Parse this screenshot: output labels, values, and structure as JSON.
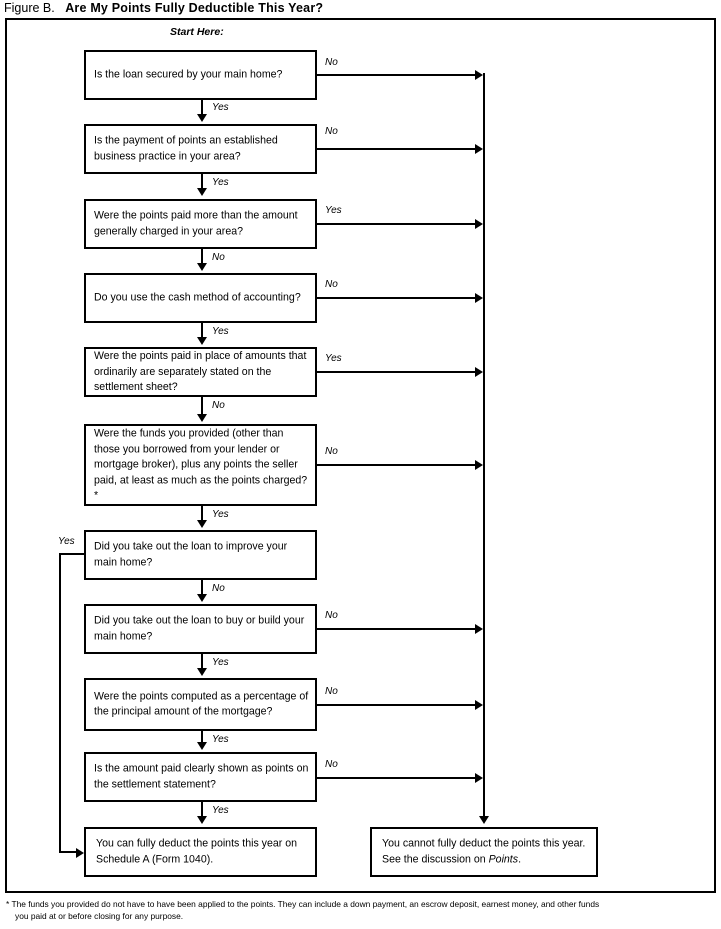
{
  "figure": {
    "label": "Figure B.",
    "title": "Are My Points Fully Deductible This Year?",
    "start_label": "Start Here:"
  },
  "labels": {
    "yes": "Yes",
    "no": "No"
  },
  "flowchart": {
    "type": "decision-flowchart",
    "nodes": [
      {
        "id": "q1",
        "text": "Is the loan secured by your main home?",
        "yes": "q2",
        "no": "cannot",
        "down_label": "Yes",
        "side_label": "No"
      },
      {
        "id": "q2",
        "text": "Is the payment of points an established business practice in your area?",
        "yes": "q3",
        "no": "cannot",
        "down_label": "Yes",
        "side_label": "No"
      },
      {
        "id": "q3",
        "text": "Were the points paid more than the amount generally charged in your area?",
        "yes": "cannot",
        "no": "q4",
        "down_label": "No",
        "side_label": "Yes"
      },
      {
        "id": "q4",
        "text": "Do you use the cash method of accounting?",
        "yes": "q5",
        "no": "cannot",
        "down_label": "Yes",
        "side_label": "No"
      },
      {
        "id": "q5",
        "text": "Were the points paid in place of amounts that ordinarily are separately stated on the settlement sheet?",
        "yes": "cannot",
        "no": "q6",
        "down_label": "No",
        "side_label": "Yes"
      },
      {
        "id": "q6",
        "text": "Were the funds you provided (other than those you borrowed from your lender or mortgage broker), plus any points the seller paid, at least as much as the points charged?*",
        "yes": "q7",
        "no": "cannot",
        "down_label": "Yes",
        "side_label": "No"
      },
      {
        "id": "q7",
        "text": "Did you take out the loan to improve your main home?",
        "yes": "can",
        "no": "q8",
        "down_label": "No",
        "side_label": "Yes"
      },
      {
        "id": "q8",
        "text": "Did you take out the loan to buy or build your main home?",
        "yes": "q9",
        "no": "cannot",
        "down_label": "Yes",
        "side_label": "No"
      },
      {
        "id": "q9",
        "text": "Were the points computed as a percentage of the principal amount of the mortgage?",
        "yes": "q10",
        "no": "cannot",
        "down_label": "Yes",
        "side_label": "No"
      },
      {
        "id": "q10",
        "text": "Is the amount paid clearly shown as points on the settlement statement?",
        "yes": "can",
        "no": "cannot",
        "down_label": "Yes",
        "side_label": "No"
      }
    ],
    "terminals": [
      {
        "id": "can",
        "text": "You can fully deduct the points this year on Schedule A (Form 1040)."
      },
      {
        "id": "cannot",
        "text_before": "You cannot fully deduct the points this year. See the discussion on ",
        "text_italic": "Points",
        "text_after": "."
      }
    ]
  },
  "questions": {
    "q1": "Is the loan secured by your main home?",
    "q2": "Is the payment of points an established business practice in your area?",
    "q3": "Were the points paid more than the amount generally charged in your area?",
    "q4": "Do you use the cash method of accounting?",
    "q5": "Were the points paid in place of amounts that ordinarily are separately stated on the settlement sheet?",
    "q6": "Were the funds you provided (other than those you borrowed from your lender or mortgage broker), plus any points the seller paid, at least as much as the points charged?*",
    "q7": "Did you take out the loan to improve your main home?",
    "q8": "Did you take out the loan to buy or build your main home?",
    "q9": "Were the points computed as a percentage of the principal amount of the mortgage?",
    "q10": "Is the amount paid clearly shown as points on the settlement statement?"
  },
  "terminal_can": "You can fully deduct the points this year on Schedule A (Form 1040).",
  "terminal_cannot": {
    "before": "You cannot fully deduct the points this year. See the discussion on ",
    "italic": "Points",
    "after": "."
  },
  "side_labels": {
    "q1": "No",
    "q2": "No",
    "q3": "Yes",
    "q4": "No",
    "q5": "Yes",
    "q6": "No",
    "q7": "Yes",
    "q8": "No",
    "q9": "No",
    "q10": "No"
  },
  "down_labels": {
    "q1": "Yes",
    "q2": "Yes",
    "q3": "No",
    "q4": "Yes",
    "q5": "No",
    "q6": "Yes",
    "q7": "No",
    "q8": "Yes",
    "q9": "Yes",
    "q10": "Yes"
  },
  "footnote": {
    "marker": "*",
    "line1": "The funds you provided do not have to have been applied to the points. They can include a down payment, an escrow deposit, earnest money, and other funds",
    "line2": "you paid at or before closing for any purpose."
  }
}
